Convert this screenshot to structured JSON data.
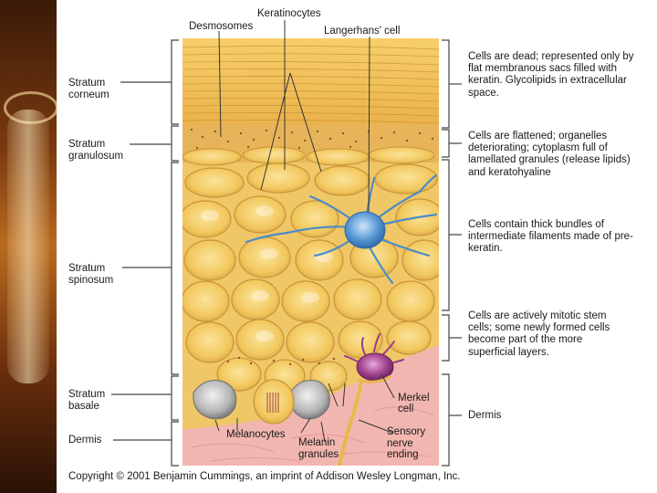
{
  "layers": [
    {
      "name": "Stratum\ncorneum",
      "description": "Cells are dead; represented only by flat membranous sacs filled with keratin. Glycolipids in extracellular space."
    },
    {
      "name": "Stratum\ngranulosum",
      "description": "Cells are flattened; organelles deteriorating; cytoplasm full of lamellated granules (release lipids) and keratohyaline"
    },
    {
      "name": "Stratum\nspinosum",
      "description": "Cells contain thick bundles of intermediate filaments made of pre-keratin."
    },
    {
      "name": "Stratum\nbasale",
      "description": "Cells are actively mitotic stem cells; some newly formed cells become part of the more superficial layers."
    },
    {
      "name": "Dermis",
      "description": "Dermis"
    }
  ],
  "callouts": {
    "keratinocytes": "Keratinocytes",
    "desmosomes": "Desmosomes",
    "langerhans": "Langerhans' cell",
    "merkel": "Merkel\ncell",
    "melanocytes": "Melanocytes",
    "melanin": "Melanin\ngranules",
    "sensory": "Sensory\nnerve\nending"
  },
  "colors": {
    "corneum": "#f2c25a",
    "cell_fill": "#f5cf6e",
    "cell_edge": "#c9953a",
    "dermis": "#f2b6b0",
    "langerhans": "#4a8cc8",
    "merkel": "#9a3c8c",
    "melanocyte": "#a8a8a8"
  },
  "copyright": "Copyright © 2001 Benjamin Cummings, an imprint of Addison Wesley Longman, Inc."
}
